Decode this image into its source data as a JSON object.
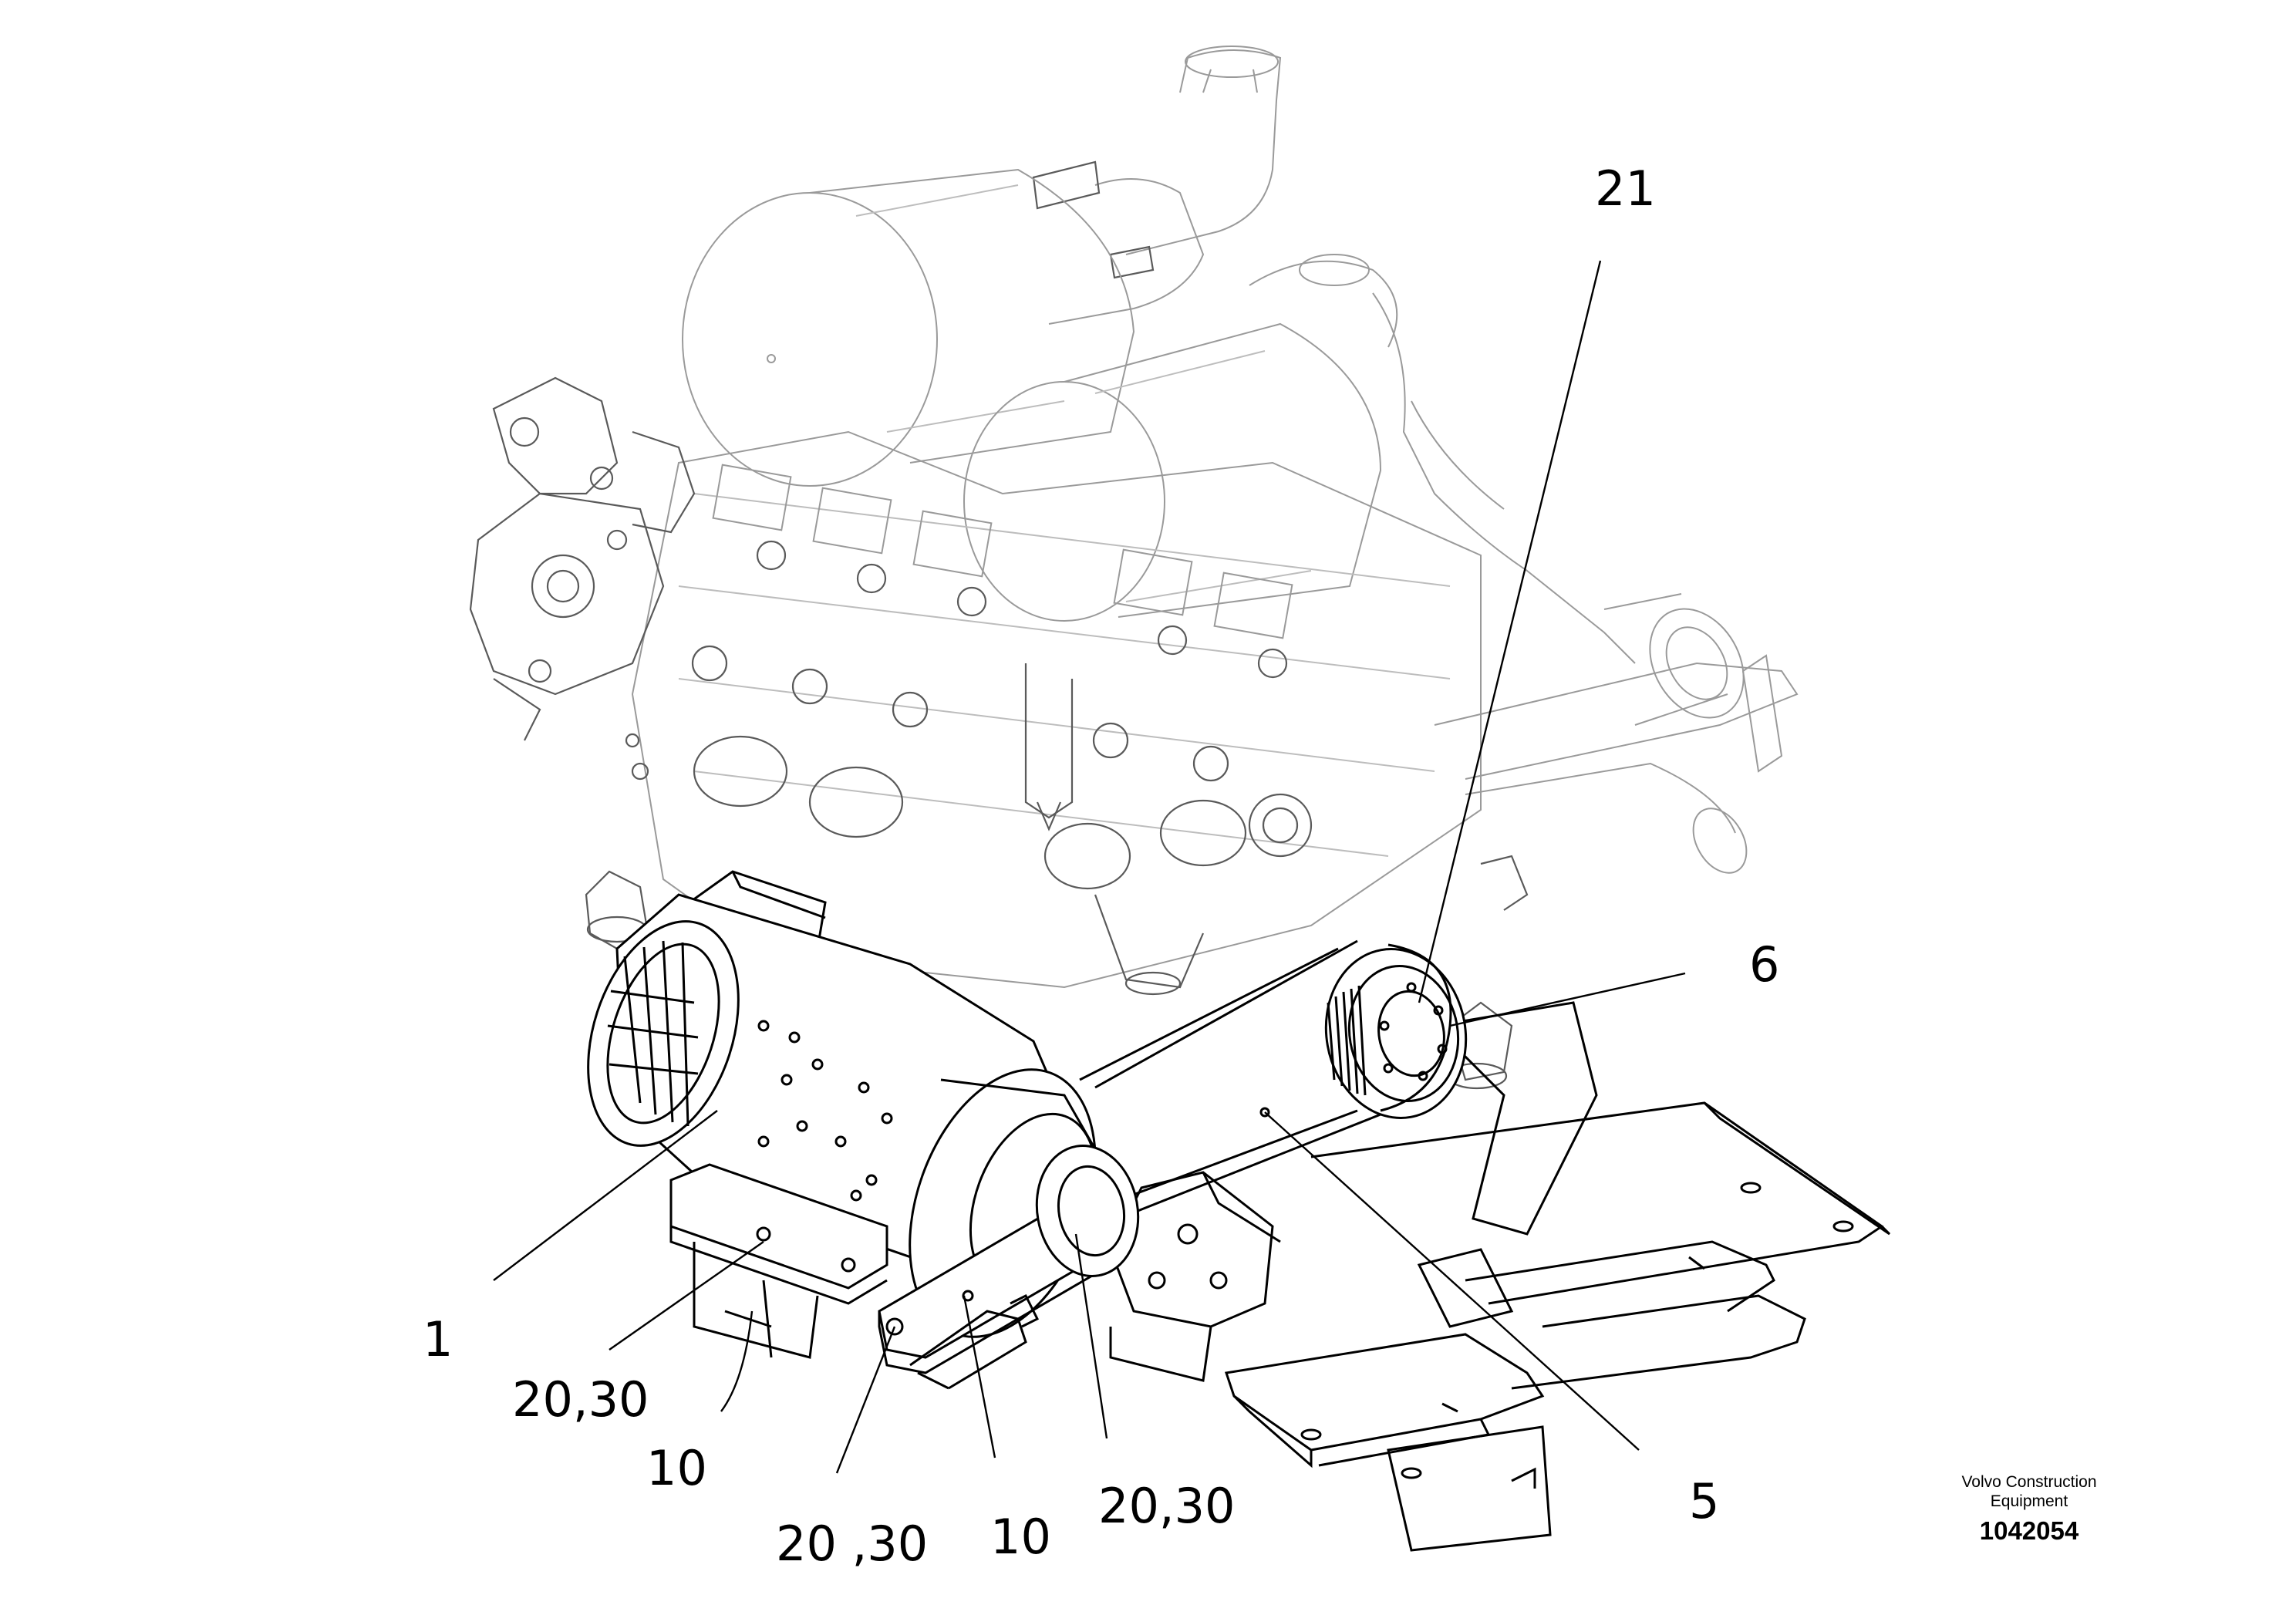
{
  "callouts": [
    {
      "id": "21",
      "label": "21"
    },
    {
      "id": "6",
      "label": "6"
    },
    {
      "id": "5",
      "label": "5"
    },
    {
      "id": "1",
      "label": "1"
    },
    {
      "id": "20-30-a",
      "label": "20,30"
    },
    {
      "id": "10-a",
      "label": "10"
    },
    {
      "id": "20-30-b",
      "label": "20 ,30"
    },
    {
      "id": "10-b",
      "label": "10"
    },
    {
      "id": "20-30-c",
      "label": "20,30"
    }
  ],
  "branding": {
    "company_line1": "Volvo Construction",
    "company_line2": "Equipment",
    "doc_number": "1042054"
  }
}
